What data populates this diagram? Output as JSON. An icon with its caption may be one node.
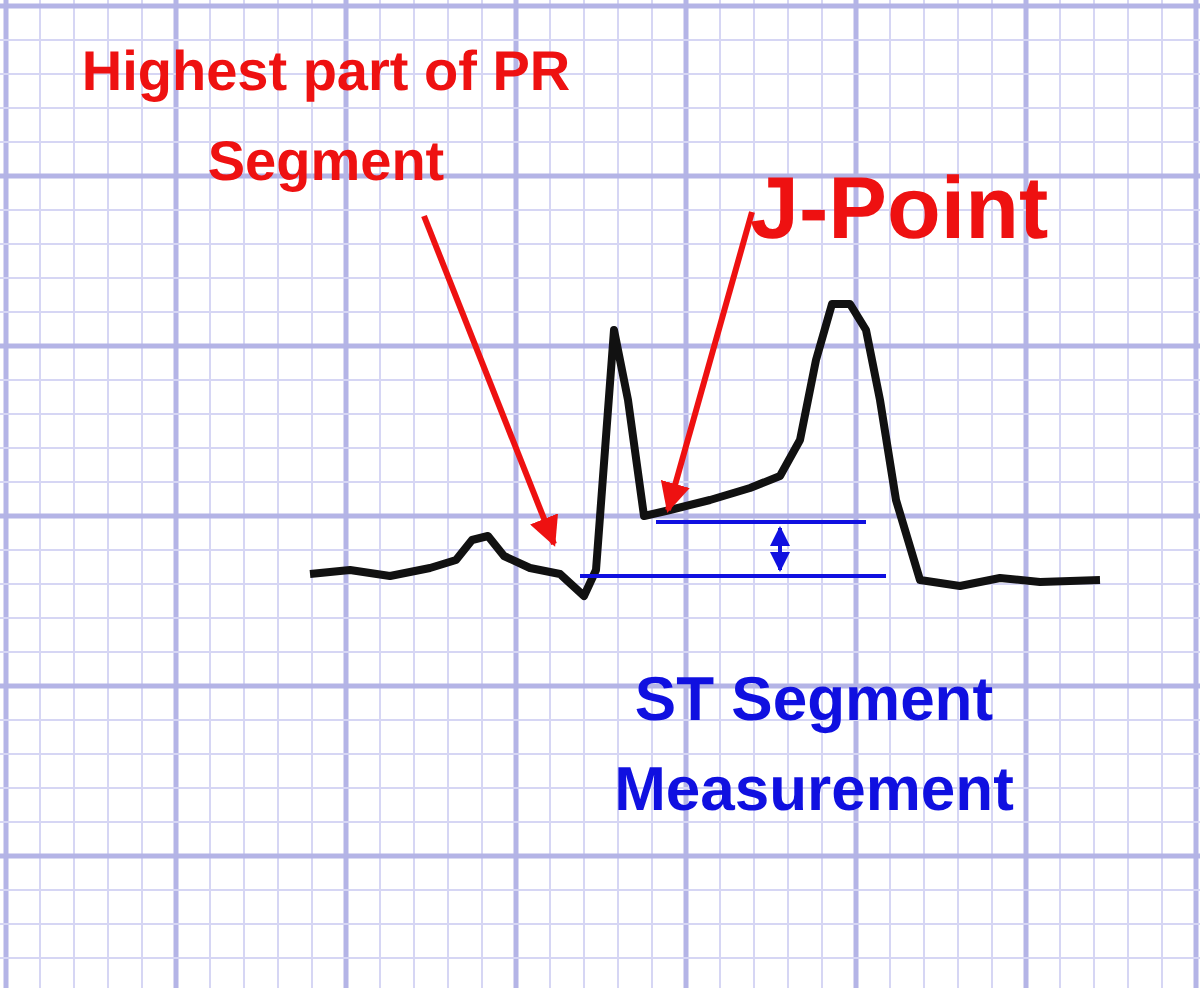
{
  "diagram": {
    "nodes": [
      {
        "text": [
          "Highest part of PR Segment"
        ]
      },
      {
        "text": [
          "J-Point"
        ]
      }
    ],
    "edges": [
      {
        "from": 0,
        "to": null,
        "arrow": "to"
      },
      {
        "from": 1,
        "to": null,
        "arrow": "to"
      }
    ],
    "labels": [
      "ST Segment Measurement"
    ]
  }
}
